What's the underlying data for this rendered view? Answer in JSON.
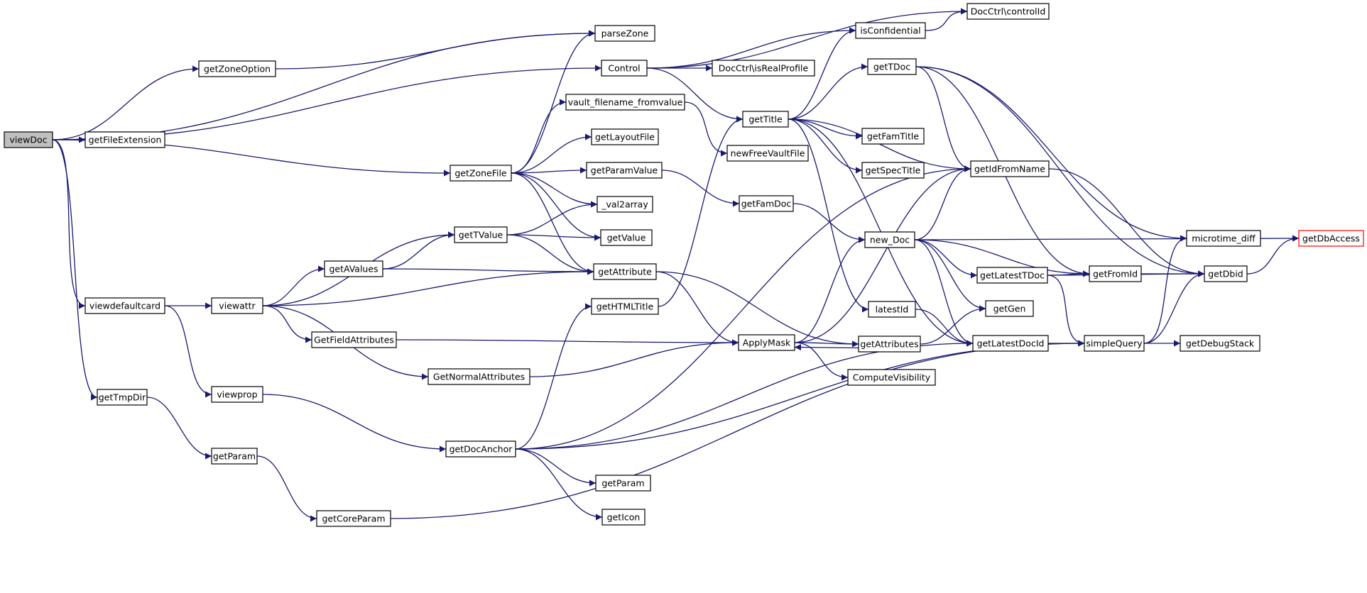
{
  "colors": {
    "edge": "#191970",
    "root_fill": "#bfbfbf",
    "external_stroke": "#ff0000",
    "node_stroke": "#000000"
  },
  "nodes": [
    {
      "id": "viewDoc",
      "label": "viewDoc",
      "kind": "root"
    },
    {
      "id": "getFileExtension",
      "label": "getFileExtension"
    },
    {
      "id": "getZoneOption",
      "label": "getZoneOption"
    },
    {
      "id": "parseZone",
      "label": "parseZone"
    },
    {
      "id": "Control",
      "label": "Control"
    },
    {
      "id": "DocCtrl_controlId",
      "label": "DocCtrl\\controlId"
    },
    {
      "id": "isConfidential",
      "label": "isConfidential"
    },
    {
      "id": "DocCtrl_isRealProfile",
      "label": "DocCtrl\\isRealProfile"
    },
    {
      "id": "getTDoc",
      "label": "getTDoc"
    },
    {
      "id": "vault_filename_fromvalue",
      "label": "vault_filename_fromvalue"
    },
    {
      "id": "getTitle",
      "label": "getTitle"
    },
    {
      "id": "getLayoutFile",
      "label": "getLayoutFile"
    },
    {
      "id": "newFreeVaultFile",
      "label": "newFreeVaultFile"
    },
    {
      "id": "getFamTitle",
      "label": "getFamTitle"
    },
    {
      "id": "getZoneFile",
      "label": "getZoneFile"
    },
    {
      "id": "getParamValue",
      "label": "getParamValue"
    },
    {
      "id": "getSpecTitle",
      "label": "getSpecTitle"
    },
    {
      "id": "getIdFromName",
      "label": "getIdFromName"
    },
    {
      "id": "_val2array",
      "label": "_val2array"
    },
    {
      "id": "getFamDoc",
      "label": "getFamDoc"
    },
    {
      "id": "getTValue",
      "label": "getTValue"
    },
    {
      "id": "getValue",
      "label": "getValue"
    },
    {
      "id": "new_Doc",
      "label": "new_Doc"
    },
    {
      "id": "microtime_diff",
      "label": "microtime_diff"
    },
    {
      "id": "getDbAccess",
      "label": "getDbAccess",
      "kind": "external"
    },
    {
      "id": "getAValues",
      "label": "getAValues"
    },
    {
      "id": "getAttribute",
      "label": "getAttribute"
    },
    {
      "id": "getLatestTDoc",
      "label": "getLatestTDoc"
    },
    {
      "id": "getFromId",
      "label": "getFromId"
    },
    {
      "id": "getDbid",
      "label": "getDbid"
    },
    {
      "id": "viewdefaultcard",
      "label": "viewdefaultcard"
    },
    {
      "id": "viewattr",
      "label": "viewattr"
    },
    {
      "id": "getHTMLTitle",
      "label": "getHTMLTitle"
    },
    {
      "id": "latestId",
      "label": "latestId"
    },
    {
      "id": "getGen",
      "label": "getGen"
    },
    {
      "id": "GetFieldAttributes",
      "label": "GetFieldAttributes"
    },
    {
      "id": "ApplyMask",
      "label": "ApplyMask"
    },
    {
      "id": "getAttributes",
      "label": "getAttributes"
    },
    {
      "id": "getLatestDocId",
      "label": "getLatestDocId"
    },
    {
      "id": "simpleQuery",
      "label": "simpleQuery"
    },
    {
      "id": "getDebugStack",
      "label": "getDebugStack"
    },
    {
      "id": "GetNormalAttributes",
      "label": "GetNormalAttributes"
    },
    {
      "id": "ComputeVisibility",
      "label": "ComputeVisibility"
    },
    {
      "id": "viewprop",
      "label": "viewprop"
    },
    {
      "id": "getTmpDir",
      "label": "getTmpDir"
    },
    {
      "id": "getDocAnchor",
      "label": "getDocAnchor"
    },
    {
      "id": "getParam_1",
      "label": "getParam"
    },
    {
      "id": "getParam_2",
      "label": "getParam"
    },
    {
      "id": "getIcon",
      "label": "getIcon"
    },
    {
      "id": "getCoreParam",
      "label": "getCoreParam"
    }
  ],
  "edges": [
    {
      "from": "viewDoc",
      "to": "getFileExtension"
    },
    {
      "from": "viewDoc",
      "to": "getZoneOption"
    },
    {
      "from": "viewDoc",
      "to": "parseZone"
    },
    {
      "from": "viewDoc",
      "to": "Control"
    },
    {
      "from": "viewDoc",
      "to": "getZoneFile"
    },
    {
      "from": "viewDoc",
      "to": "viewdefaultcard"
    },
    {
      "from": "viewDoc",
      "to": "getTmpDir"
    },
    {
      "from": "getZoneOption",
      "to": "parseZone"
    },
    {
      "from": "Control",
      "to": "DocCtrl_controlId"
    },
    {
      "from": "Control",
      "to": "isConfidential"
    },
    {
      "from": "Control",
      "to": "DocCtrl_isRealProfile"
    },
    {
      "from": "Control",
      "to": "getTitle"
    },
    {
      "from": "isConfidential",
      "to": "DocCtrl_controlId"
    },
    {
      "from": "getTitle",
      "to": "isConfidential"
    },
    {
      "from": "getTitle",
      "to": "getTDoc"
    },
    {
      "from": "getTitle",
      "to": "getFamTitle"
    },
    {
      "from": "getTitle",
      "to": "getSpecTitle"
    },
    {
      "from": "getTitle",
      "to": "getIdFromName"
    },
    {
      "from": "getTitle",
      "to": "latestId"
    },
    {
      "from": "getTitle",
      "to": "getLatestDocId"
    },
    {
      "from": "getTDoc",
      "to": "getIdFromName"
    },
    {
      "from": "getTDoc",
      "to": "microtime_diff"
    },
    {
      "from": "getTDoc",
      "to": "getFromId"
    },
    {
      "from": "getTDoc",
      "to": "getDbid"
    },
    {
      "from": "vault_filename_fromvalue",
      "to": "newFreeVaultFile"
    },
    {
      "from": "getZoneFile",
      "to": "parseZone"
    },
    {
      "from": "getZoneFile",
      "to": "vault_filename_fromvalue"
    },
    {
      "from": "getZoneFile",
      "to": "getLayoutFile"
    },
    {
      "from": "getZoneFile",
      "to": "getParamValue"
    },
    {
      "from": "getZoneFile",
      "to": "_val2array"
    },
    {
      "from": "getZoneFile",
      "to": "getValue"
    },
    {
      "from": "getZoneFile",
      "to": "getAttribute"
    },
    {
      "from": "getParamValue",
      "to": "getFamDoc"
    },
    {
      "from": "getFamDoc",
      "to": "new_Doc"
    },
    {
      "from": "getIdFromName",
      "to": "getDbid"
    },
    {
      "from": "new_Doc",
      "to": "getIdFromName"
    },
    {
      "from": "new_Doc",
      "to": "getDbAccess"
    },
    {
      "from": "new_Doc",
      "to": "getFromId"
    },
    {
      "from": "new_Doc",
      "to": "getLatestTDoc"
    },
    {
      "from": "new_Doc",
      "to": "getGen"
    },
    {
      "from": "new_Doc",
      "to": "getLatestDocId"
    },
    {
      "from": "getTValue",
      "to": "_val2array"
    },
    {
      "from": "getTValue",
      "to": "getValue"
    },
    {
      "from": "getTValue",
      "to": "getAttribute"
    },
    {
      "from": "getAValues",
      "to": "getTValue"
    },
    {
      "from": "getAValues",
      "to": "getAttribute"
    },
    {
      "from": "getAttribute",
      "to": "ApplyMask"
    },
    {
      "from": "getAttribute",
      "to": "getAttributes"
    },
    {
      "from": "getLatestTDoc",
      "to": "getFromId"
    },
    {
      "from": "getLatestTDoc",
      "to": "getDbid"
    },
    {
      "from": "getLatestTDoc",
      "to": "simpleQuery"
    },
    {
      "from": "getFromId",
      "to": "getDbid"
    },
    {
      "from": "getDbid",
      "to": "getDbAccess"
    },
    {
      "from": "viewdefaultcard",
      "to": "viewattr"
    },
    {
      "from": "viewdefaultcard",
      "to": "viewprop"
    },
    {
      "from": "viewattr",
      "to": "getTValue"
    },
    {
      "from": "viewattr",
      "to": "getAValues"
    },
    {
      "from": "viewattr",
      "to": "getAttribute"
    },
    {
      "from": "viewattr",
      "to": "GetFieldAttributes"
    },
    {
      "from": "viewattr",
      "to": "GetNormalAttributes"
    },
    {
      "from": "getHTMLTitle",
      "to": "getTitle"
    },
    {
      "from": "latestId",
      "to": "getLatestDocId"
    },
    {
      "from": "GetFieldAttributes",
      "to": "ApplyMask"
    },
    {
      "from": "ApplyMask",
      "to": "getIdFromName"
    },
    {
      "from": "ApplyMask",
      "to": "new_Doc"
    },
    {
      "from": "ApplyMask",
      "to": "getAttributes"
    },
    {
      "from": "ApplyMask",
      "to": "ComputeVisibility"
    },
    {
      "from": "getAttributes",
      "to": "ApplyMask"
    },
    {
      "from": "getAttributes",
      "to": "getGen"
    },
    {
      "from": "getLatestDocId",
      "to": "simpleQuery"
    },
    {
      "from": "simpleQuery",
      "to": "microtime_diff"
    },
    {
      "from": "simpleQuery",
      "to": "getDbid"
    },
    {
      "from": "simpleQuery",
      "to": "getDebugStack"
    },
    {
      "from": "GetNormalAttributes",
      "to": "ApplyMask"
    },
    {
      "from": "viewprop",
      "to": "getDocAnchor"
    },
    {
      "from": "getTmpDir",
      "to": "getParam_1"
    },
    {
      "from": "getParam_1",
      "to": "getCoreParam"
    },
    {
      "from": "getDocAnchor",
      "to": "getHTMLTitle"
    },
    {
      "from": "getDocAnchor",
      "to": "getIdFromName"
    },
    {
      "from": "getDocAnchor",
      "to": "getLatestDocId"
    },
    {
      "from": "getDocAnchor",
      "to": "getParam_2"
    },
    {
      "from": "getDocAnchor",
      "to": "getIcon"
    },
    {
      "from": "getDocAnchor",
      "to": "simpleQuery"
    },
    {
      "from": "getCoreParam",
      "to": "simpleQuery"
    }
  ]
}
